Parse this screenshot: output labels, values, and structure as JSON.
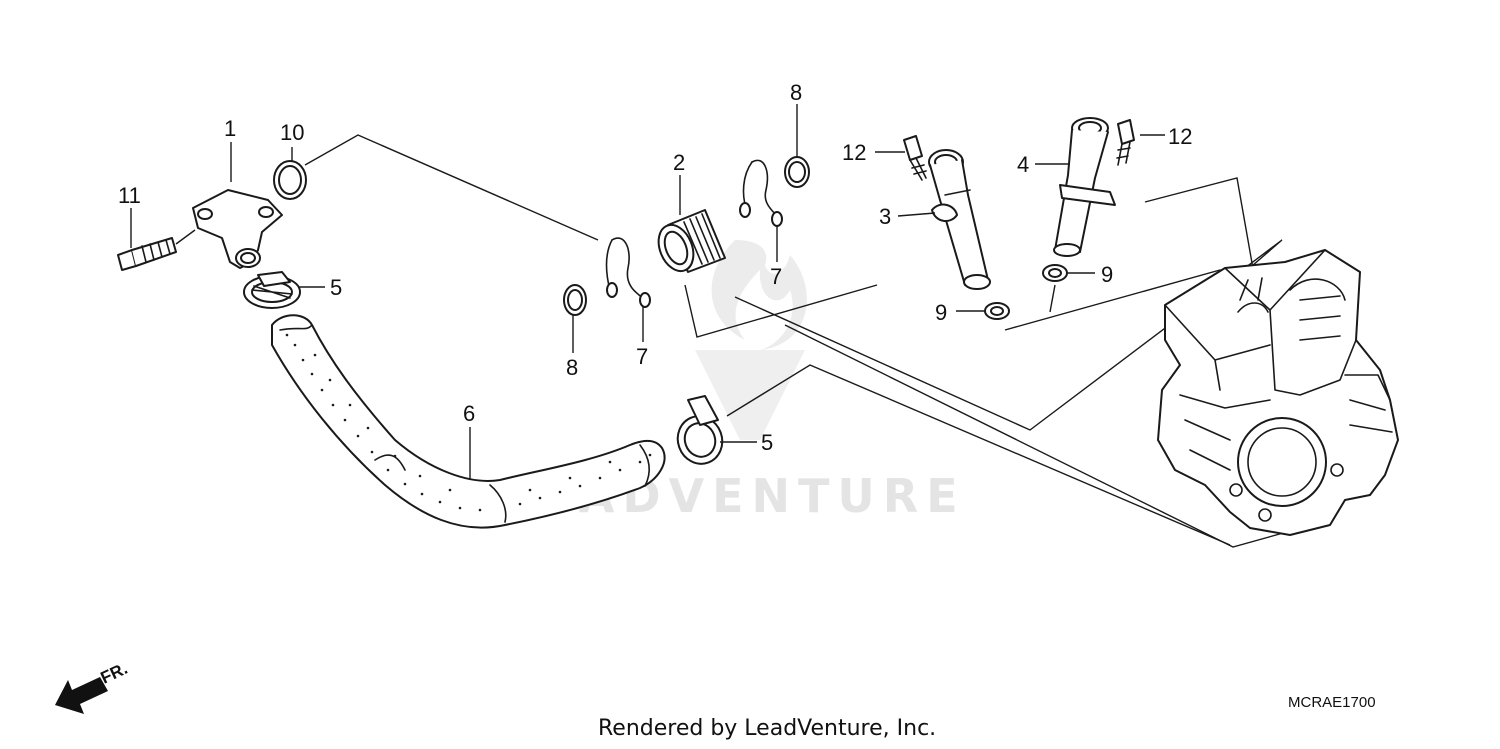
{
  "callouts": {
    "c1": "1",
    "c2": "2",
    "c3": "3",
    "c4": "4",
    "c5a": "5",
    "c5b": "5",
    "c6": "6",
    "c7a": "7",
    "c7b": "7",
    "c8a": "8",
    "c8b": "8",
    "c9a": "9",
    "c9b": "9",
    "c10": "10",
    "c11": "11",
    "c12a": "12",
    "c12b": "12"
  },
  "watermark": "LEADVENTURE",
  "arrow_label": "FR.",
  "diagram_code": "MCRAE1700",
  "credit": "Rendered by LeadVenture, Inc."
}
